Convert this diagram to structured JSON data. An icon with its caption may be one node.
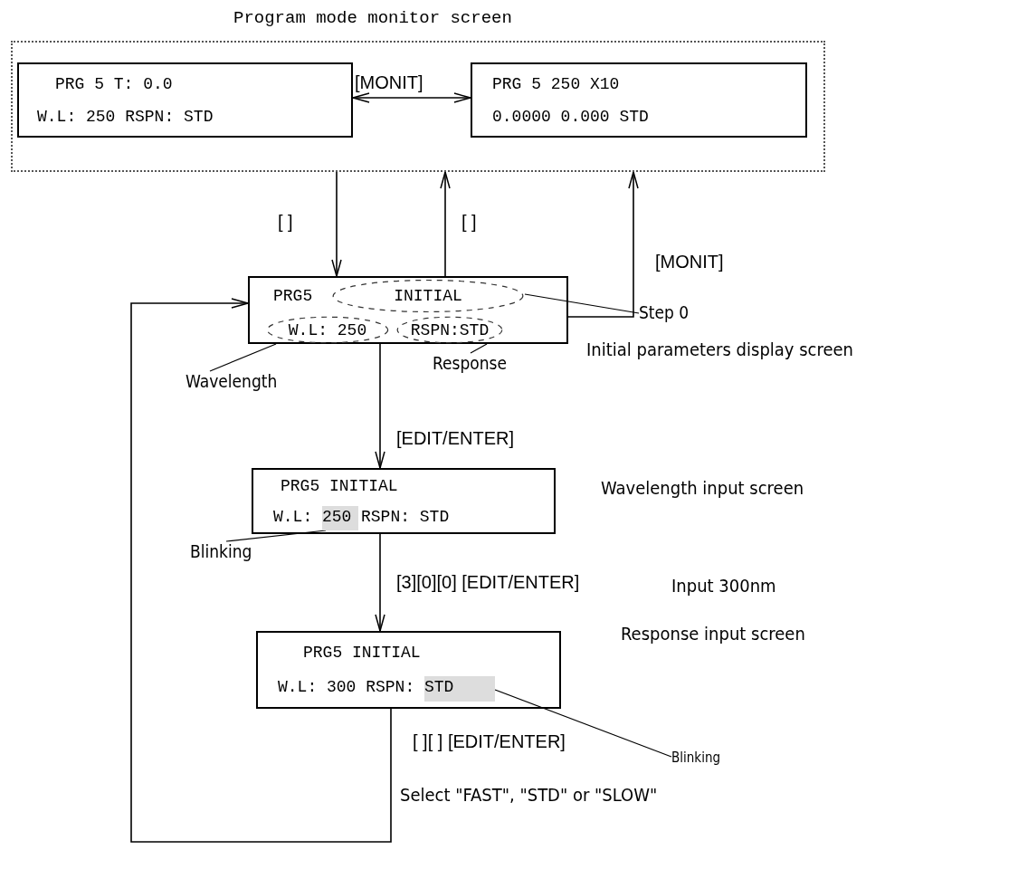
{
  "diagram": {
    "nodes": [
      {
        "text": [
          "Program mode monitor screen"
        ]
      },
      {
        "text": [
          "PRG 5 T: 0.0",
          "W.L: 250 RSPN: STD"
        ],
        "in": 0
      },
      {
        "text": [
          "PRG 5 250 X10",
          "0.0000 0.000 STD"
        ],
        "in": 0
      },
      {
        "text": [
          "PRG5"
        ],
        "beside": [
          "Initial parameters display screen"
        ]
      },
      {
        "text": [
          "INITIAL"
        ],
        "in": 3
      },
      {
        "text": [
          "W.L: 250"
        ],
        "in": 3
      },
      {
        "text": [
          "RSPN:STD"
        ],
        "in": 3
      },
      {
        "text": [
          "Step 0"
        ]
      },
      {
        "text": [
          "Wavelength"
        ]
      },
      {
        "text": [
          "Response"
        ]
      },
      {
        "text": [
          "PRG5 INITIAL",
          "W.L:",
          "RSPN: STD"
        ],
        "beside": [
          "Wavelength input screen"
        ]
      },
      {
        "text": [
          "250"
        ],
        "in": 10
      },
      {
        "text": [
          "Blinking"
        ]
      },
      {
        "text": [
          "PRG5 INITIAL",
          "W.L: 300 RSPN:"
        ],
        "beside": [
          "Response input screen"
        ]
      },
      {
        "text": [
          "STD"
        ],
        "in": 13
      },
      {
        "text": [
          "Blinking"
        ]
      }
    ],
    "edges": [
      {
        "from": 1,
        "to": 2,
        "arrow": "both",
        "label": "[MONIT]"
      },
      {
        "from": 0,
        "to": 3,
        "arrow": "to",
        "label": "[ ]"
      },
      {
        "from": 3,
        "to": 0,
        "arrow": "to",
        "label": "[ ]"
      },
      {
        "from": 3,
        "to": 0,
        "arrow": "to",
        "label": "[MONIT]"
      },
      {
        "from": 7,
        "to": 4,
        "arrow": "none"
      },
      {
        "from": 8,
        "to": 5,
        "arrow": "none"
      },
      {
        "from": 9,
        "to": 6,
        "arrow": "none"
      },
      {
        "from": 3,
        "to": 10,
        "arrow": "to",
        "label": "[EDIT/ENTER]"
      },
      {
        "from": 12,
        "to": 11,
        "arrow": "none"
      },
      {
        "from": 10,
        "to": 13,
        "arrow": "to",
        "label": "[3][0][0] [EDIT/ENTER]"
      },
      {
        "from": 15,
        "to": 14,
        "arrow": "none"
      },
      {
        "from": 13,
        "to": 3,
        "arrow": "to",
        "label": "[ ][ ] [EDIT/ENTER]"
      }
    ],
    "labels": [
      "Input 300nm",
      "Select \"FAST\", \"STD\" or \"SLOW\""
    ]
  }
}
